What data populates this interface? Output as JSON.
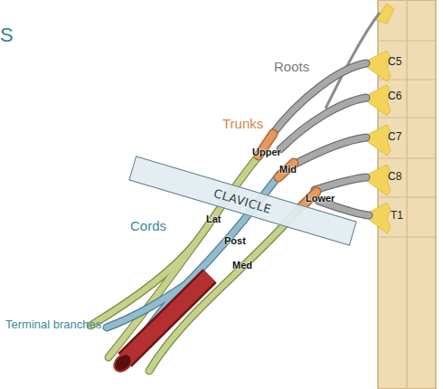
{
  "diagram": {
    "nodes": [
      {
        "text": [
          "CLAVICLE"
        ]
      }
    ],
    "labels": [
      "S",
      "Roots",
      "C5",
      "C6",
      "C7",
      "C8",
      "T1",
      "Trunks",
      "Upper",
      "Mid",
      "Lower",
      "Cords",
      "Lat",
      "Post",
      "Med",
      "Terminal branches"
    ]
  }
}
